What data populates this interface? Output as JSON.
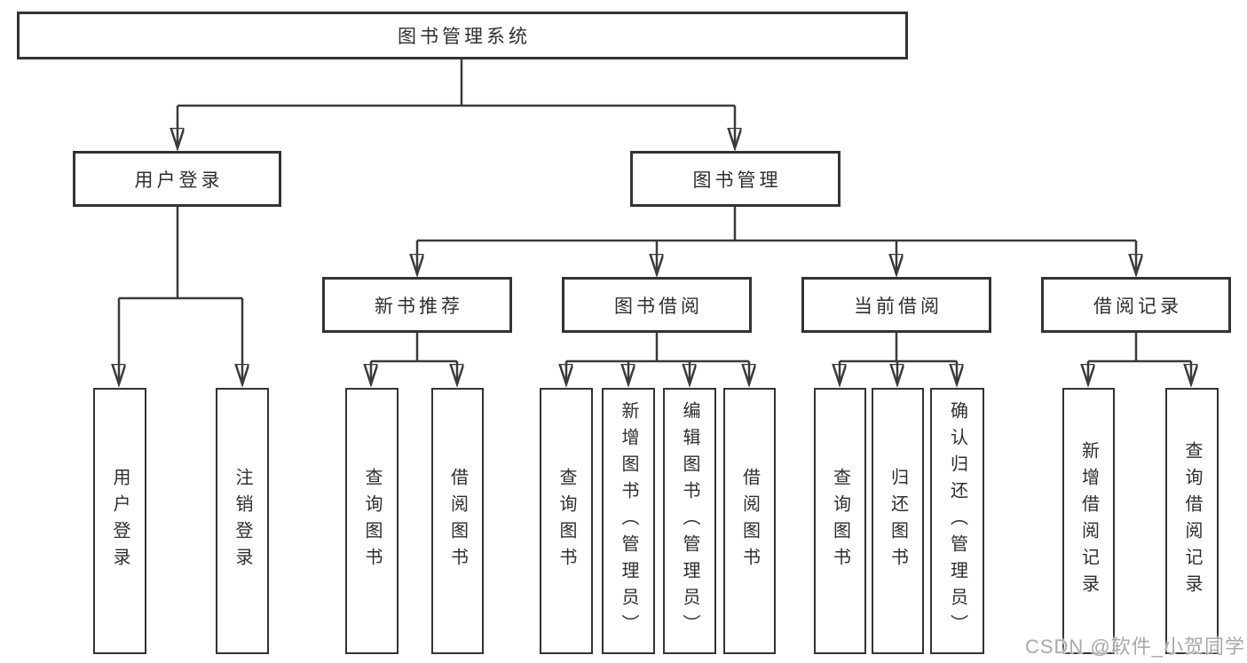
{
  "diagram": {
    "root": {
      "label": "图书管理系统"
    },
    "branches": [
      {
        "label": "用户登录",
        "children": [
          {
            "label": "用户登录"
          },
          {
            "label": "注销登录"
          }
        ]
      },
      {
        "label": "图书管理",
        "children": [
          {
            "label": "新书推荐",
            "children": [
              {
                "label": "查询图书"
              },
              {
                "label": "借阅图书"
              }
            ]
          },
          {
            "label": "图书借阅",
            "children": [
              {
                "label": "查询图书"
              },
              {
                "label": "新增图书（管理员）"
              },
              {
                "label": "编辑图书（管理员）"
              },
              {
                "label": "借阅图书"
              }
            ]
          },
          {
            "label": "当前借阅",
            "children": [
              {
                "label": "查询图书"
              },
              {
                "label": "归还图书"
              },
              {
                "label": "确认归还（管理员）"
              }
            ]
          },
          {
            "label": "借阅记录",
            "children": [
              {
                "label": "新增借阅记录"
              },
              {
                "label": "查询借阅记录"
              }
            ]
          }
        ]
      }
    ]
  },
  "watermark": {
    "text": "CSDN @软件_小贺同学"
  },
  "colors": {
    "line": "#3a3a3a",
    "border": "#333333",
    "text": "#2e2e2e",
    "watermark": "#a9a9a9",
    "background": "#ffffff"
  }
}
